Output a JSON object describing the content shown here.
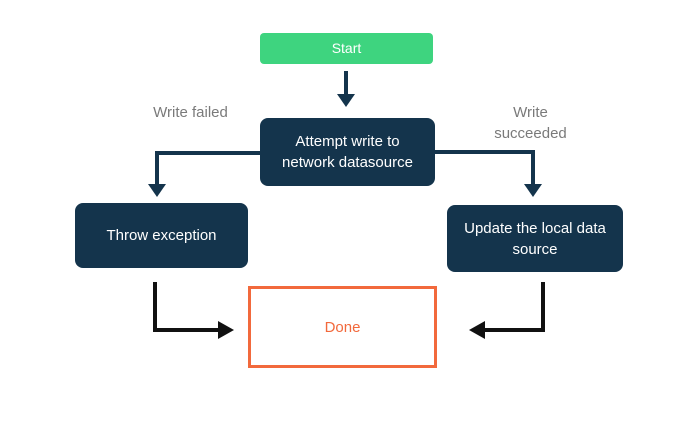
{
  "diagram": {
    "type": "flowchart",
    "nodes": {
      "start": {
        "label": "Start",
        "kind": "start"
      },
      "attempt": {
        "label": "Attempt write to network datasource",
        "kind": "process"
      },
      "throw_exception": {
        "label": "Throw exception",
        "kind": "process"
      },
      "update_local": {
        "label": "Update the local data source",
        "kind": "process"
      },
      "done": {
        "label": "Done",
        "kind": "terminal"
      }
    },
    "edges": {
      "start_to_attempt": {
        "from": "start",
        "to": "attempt",
        "label": ""
      },
      "attempt_to_throw": {
        "from": "attempt",
        "to": "throw_exception",
        "label": "Write failed"
      },
      "attempt_to_update": {
        "from": "attempt",
        "to": "update_local",
        "label": "Write succeeded"
      },
      "throw_to_done": {
        "from": "throw_exception",
        "to": "done",
        "label": ""
      },
      "update_to_done": {
        "from": "update_local",
        "to": "done",
        "label": ""
      }
    },
    "colors": {
      "start_bg": "#3ED47F",
      "process_bg": "#14344C",
      "node_text": "#FFFFFF",
      "done_border": "#F2693C",
      "done_text": "#F2693C",
      "edge_label_text": "#7A7A7A",
      "arrow_top": "#14344C",
      "arrow_bottom": "#111111",
      "background": "#FFFFFF"
    }
  }
}
